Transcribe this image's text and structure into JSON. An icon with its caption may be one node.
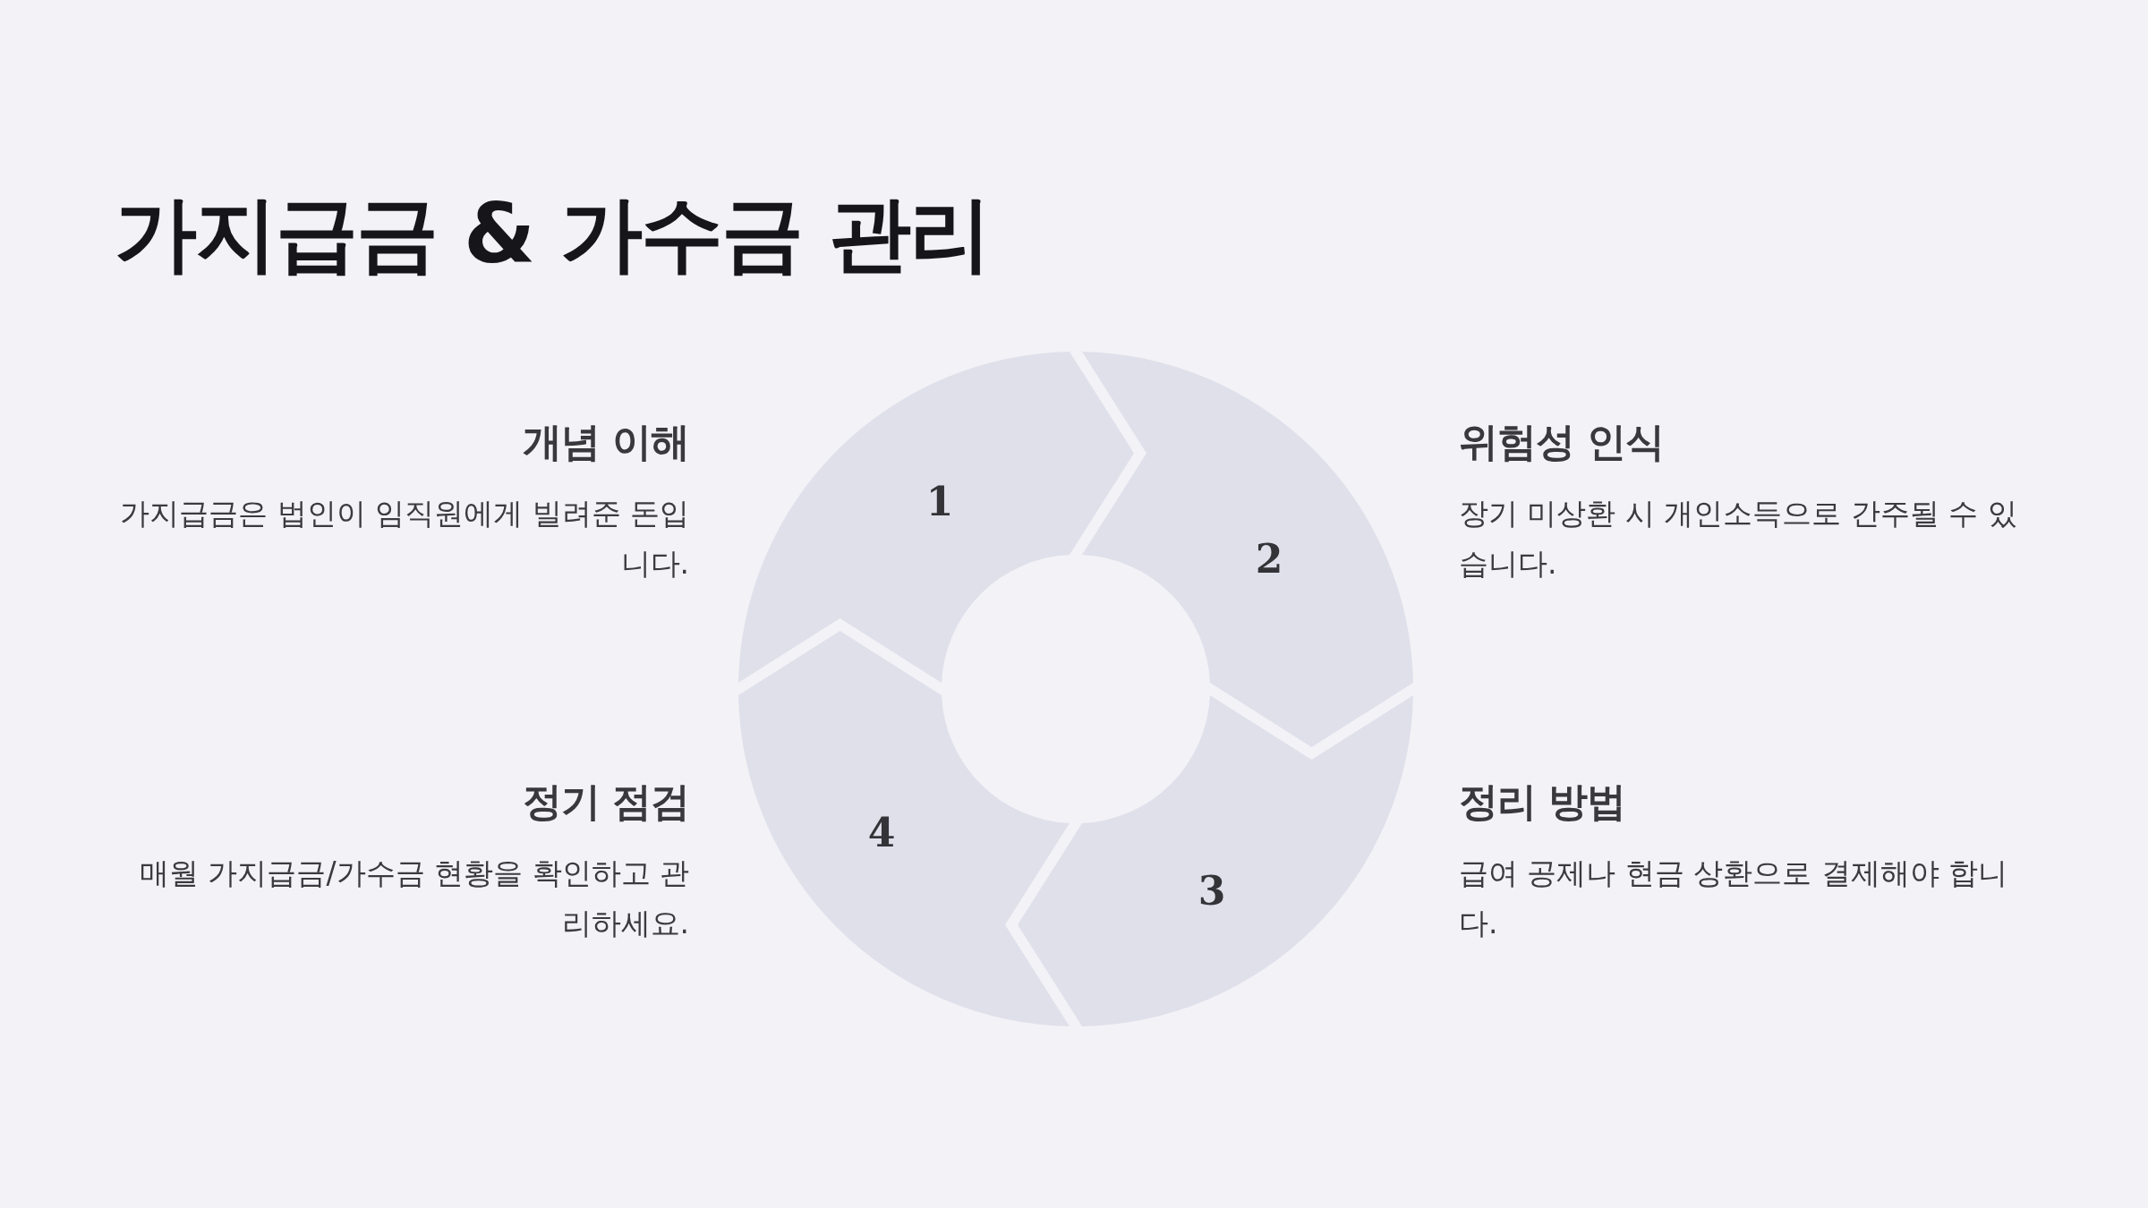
{
  "diagram": {
    "title": "가지급금 & 가수금 관리",
    "nodes": [
      {
        "text": [
          "1"
        ],
        "beside": [
          "개념 이해",
          "가지급금은 법인이 임직원에게 빌려준 돈입니다."
        ]
      },
      {
        "text": [
          "2"
        ],
        "beside": [
          "위험성 인식",
          "장기 미상환 시 개인소득으로 간주될 수 있습니다."
        ]
      },
      {
        "text": [
          "3"
        ],
        "beside": [
          "정리 방법",
          "급여 공제나 현금 상환으로 결제해야 합니다."
        ]
      },
      {
        "text": [
          "4"
        ],
        "beside": [
          "정기 점검",
          "매월 가지급금/가수금 현황을 확인하고 관리하세요."
        ]
      }
    ]
  }
}
